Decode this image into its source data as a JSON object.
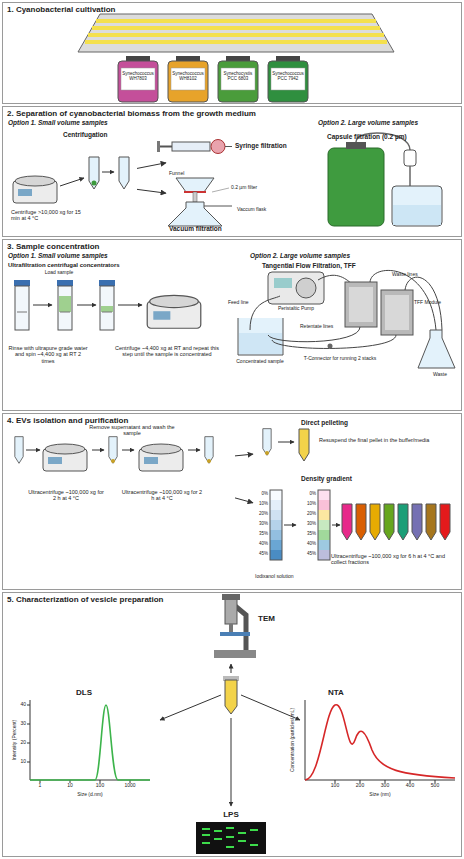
{
  "diagram": {
    "nodes": [
      {
        "text": [
          "1. Cyanobacterial cultivation"
        ]
      },
      {
        "text": [
          "2. Separation of cyanobacterial biomass from the growth medium"
        ]
      },
      {
        "text": [
          "Centrifugation",
          "Centrifuge >10,000 xg for 15 min at 4 °C"
        ],
        "in": 1
      },
      {
        "text": [
          "Syringe filtration"
        ],
        "in": 1
      },
      {
        "text": [
          "Vacuum filtration",
          "Funnel",
          "0.2 µm filter",
          "Vaccum flask"
        ],
        "in": 1
      },
      {
        "text": [
          "Capsule filtration (0.2 µm)"
        ],
        "in": 1
      },
      {
        "text": [
          "3. Sample concentration"
        ]
      },
      {
        "text": [
          "4. EVs isolation and purification"
        ]
      },
      {
        "text": [
          "Remove supernatant and wash the sample",
          "Ultracentrifuge ~100,000 xg for 2 h at 4 °C",
          "Ultracentrifuge ~100,000 xg for 2 h at 4 °C"
        ],
        "in": 7
      },
      {
        "text": [
          "Direct pelleting",
          "Resuspend the final pellet in the buffer/media"
        ],
        "in": 7
      },
      {
        "text": [
          "Density gradient",
          "Iodixanol solution",
          "Ultracentrifuge ~100,000 xg for 6 h at 4 °C and collect fractions"
        ],
        "in": 7
      },
      {
        "text": [
          "5. Characterization of vesicle preparation"
        ]
      }
    ],
    "edges": [
      {
        "from": 2,
        "to": 3,
        "arrow": "to"
      },
      {
        "from": 2,
        "to": 4,
        "arrow": "to"
      },
      {
        "from": 8,
        "to": 9,
        "arrow": "to"
      },
      {
        "from": 8,
        "to": 10,
        "arrow": "to"
      }
    ],
    "labels": [
      "Synechococcus WH7803",
      "Synechococcus WH8102",
      "Synechocystis PCC 6803",
      "Synechococcus PCC 7942",
      "Option 1. Small volume samples",
      "Option 2. Large volume samples",
      "Option 1. Small volume samples",
      "Option 2. Large volume samples",
      "Ultrafiltration centrifugal concentrators",
      "Load sample",
      "Rinse with ultrapure grade water and spin ~4,400 xg at RT 2 times",
      "Centrifuge ~4,400 xg at RT and repeat this step until the sample is concentrated",
      "Tangential Flow Filtration, TFF",
      "Peristaltic Pump",
      "Waste lines",
      "Feed line",
      "Retentate lines",
      "TFF Module",
      "T-Connector for running 2 stacks",
      "Concentrated sample",
      "Waste",
      "0%",
      "10%",
      "20%",
      "30%",
      "35%",
      "40%",
      "45%",
      "0%",
      "10%",
      "20%",
      "30%",
      "35%",
      "40%",
      "45%",
      "TEM",
      "DLS",
      "NTA",
      "LPS",
      "Intensity (Percent)",
      "Size (d.nm)",
      "1",
      "10",
      "100",
      "1000",
      "10",
      "20",
      "30",
      "40",
      "Concentration (particles/ mL)",
      "Size (nm)",
      "100",
      "200",
      "300",
      "400",
      "500"
    ]
  }
}
